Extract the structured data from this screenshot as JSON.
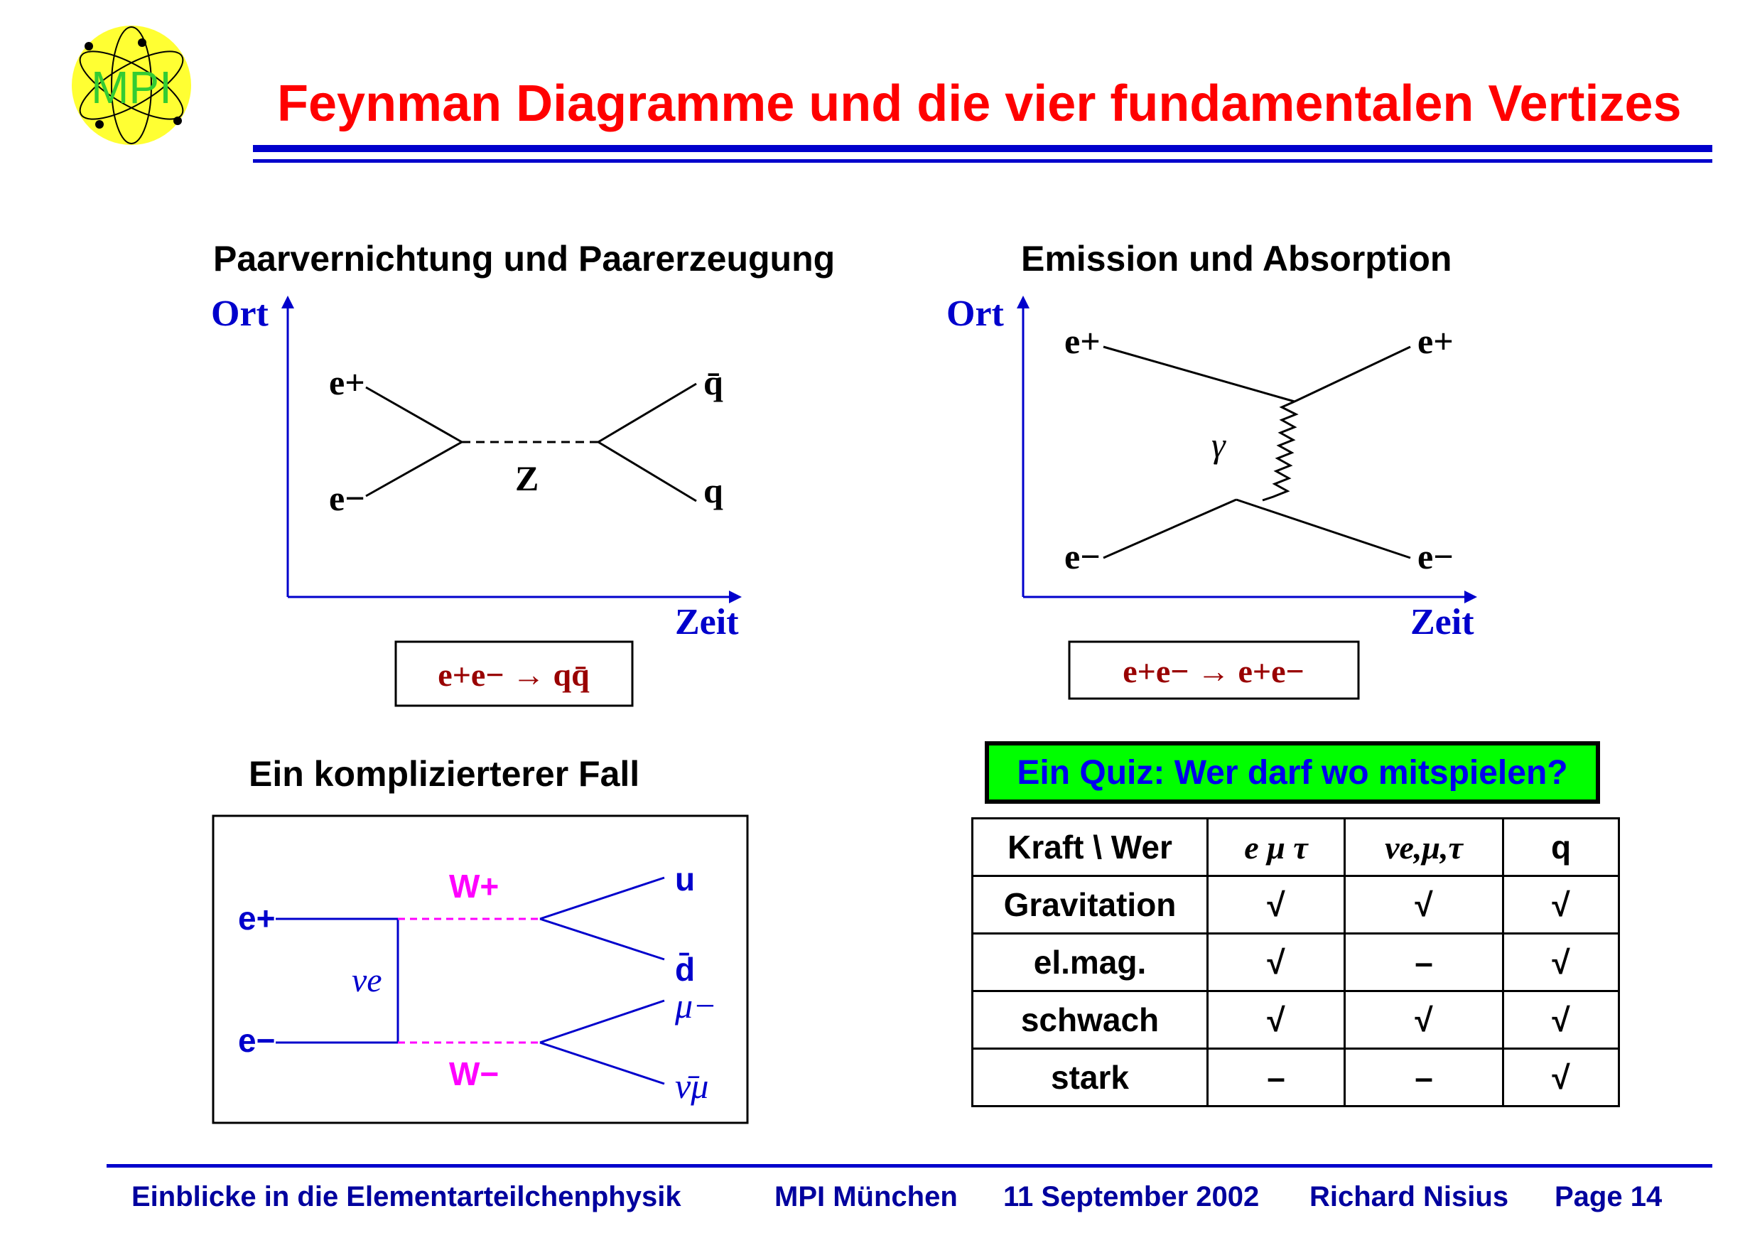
{
  "header": {
    "logo_text": "MPI",
    "title": "Feynman Diagramme und die vier fundamentalen Vertizes"
  },
  "diagram1": {
    "heading": "Paarvernichtung und Paarerzeugung",
    "axis_y": "Ort",
    "axis_x": "Zeit",
    "labels": {
      "e_plus": "e+",
      "e_minus": "e−",
      "boson": "Z",
      "qbar": "q̄",
      "q": "q"
    },
    "process": "e+e− → qq̄"
  },
  "diagram2": {
    "heading": "Emission und Absorption",
    "axis_y": "Ort",
    "axis_x": "Zeit",
    "labels": {
      "e_plus_in": "e+",
      "e_plus_out": "e+",
      "e_minus_in": "e−",
      "e_minus_out": "e−",
      "photon": "γ"
    },
    "process": "e+e− → e+e−"
  },
  "diagram3": {
    "heading": "Ein komplizierterer Fall",
    "labels": {
      "e_plus": "e+",
      "e_minus": "e−",
      "nu_e": "νe",
      "w_plus": "W+",
      "w_minus": "W−",
      "u": "u",
      "dbar": "d̄",
      "mu": "μ−",
      "nubar_mu": "ν̄μ"
    }
  },
  "quiz": {
    "banner": "Ein Quiz: Wer darf wo mitspielen?",
    "headers": [
      "Kraft \\ Wer",
      "e μ τ",
      "νe,μ,τ",
      "q"
    ],
    "rows": [
      [
        "Gravitation",
        "√",
        "√",
        "√"
      ],
      [
        "el.mag.",
        "√",
        "–",
        "√"
      ],
      [
        "schwach",
        "√",
        "√",
        "√"
      ],
      [
        "stark",
        "–",
        "–",
        "√"
      ]
    ]
  },
  "footer": {
    "lecture": "Einblicke in die Elementarteilchenphysik",
    "place": "MPI München",
    "date": "11 September 2002",
    "author": "Richard Nisius",
    "page": "Page 14"
  },
  "colors": {
    "title": "#ff0000",
    "axis": "#0000cc",
    "process": "#990000",
    "w": "#ff00ff",
    "diagram3": "#0000cc",
    "quiz_bg": "#00ff00",
    "footer": "#00009e"
  }
}
